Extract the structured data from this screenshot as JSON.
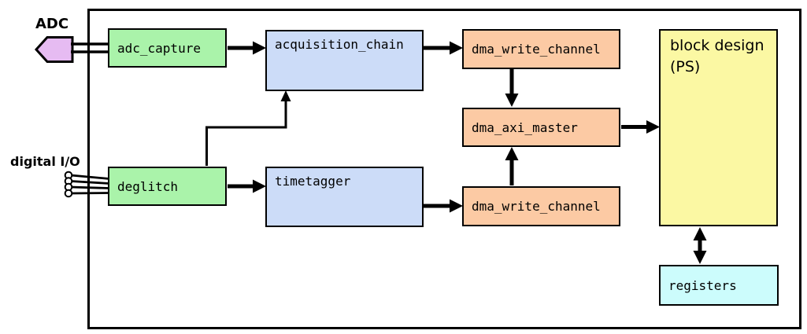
{
  "colors": {
    "outline_black": "#000000",
    "capture_green": "#aaf3aa",
    "processing_blue": "#ccdcf8",
    "dma_salmon": "#fccaa4",
    "ps_yellow": "#fbf8a3",
    "registers_cyan": "#ccfcfc",
    "port_plum": "#e6bbf2"
  },
  "ports": {
    "adc": {
      "label": "ADC"
    },
    "digital_io": {
      "label": "digital I/O"
    }
  },
  "blocks": {
    "adc_capture": {
      "label": "adc_capture"
    },
    "deglitch": {
      "label": "deglitch"
    },
    "acquisition_chain": {
      "label": "acquisition_chain"
    },
    "timetagger": {
      "label": "timetagger"
    },
    "dma_write_channel_top": {
      "label": "dma_write_channel"
    },
    "dma_axi_master": {
      "label": "dma_axi_master"
    },
    "dma_write_channel_bottom": {
      "label": "dma_write_channel"
    },
    "block_design": {
      "label_line1": "block design",
      "label_line2": "(PS)"
    },
    "registers": {
      "label": "registers"
    }
  },
  "connections": [
    {
      "from": "ADC port",
      "to": "adc_capture",
      "style": "bus-2-lines"
    },
    {
      "from": "digital I/O pins",
      "to": "deglitch",
      "style": "bus-4-lines"
    },
    {
      "from": "adc_capture",
      "to": "acquisition_chain",
      "style": "thick-arrow"
    },
    {
      "from": "deglitch",
      "to": "acquisition_chain",
      "style": "thin-arrow"
    },
    {
      "from": "deglitch",
      "to": "timetagger",
      "style": "thick-arrow"
    },
    {
      "from": "acquisition_chain",
      "to": "dma_write_channel_top",
      "style": "thick-arrow"
    },
    {
      "from": "timetagger",
      "to": "dma_write_channel_bottom",
      "style": "thick-arrow"
    },
    {
      "from": "dma_write_channel_top",
      "to": "dma_axi_master",
      "style": "thick-arrow"
    },
    {
      "from": "dma_write_channel_bottom",
      "to": "dma_axi_master",
      "style": "thick-arrow"
    },
    {
      "from": "dma_axi_master",
      "to": "block_design",
      "style": "thick-arrow"
    },
    {
      "from": "block_design",
      "to": "registers",
      "style": "thick-double-arrow"
    }
  ]
}
